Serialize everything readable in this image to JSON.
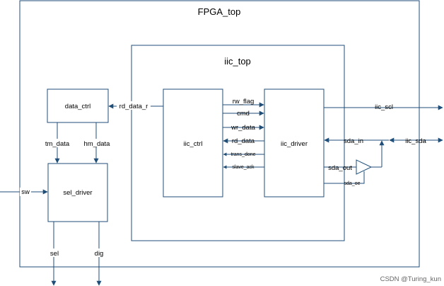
{
  "blocks": {
    "fpga_top": "FPGA_top",
    "iic_top": "iic_top",
    "data_ctrl": "data_ctrl",
    "sel_driver": "sel_driver",
    "iic_ctrl": "iic_ctrl",
    "iic_driver": "iic_driver"
  },
  "signals": {
    "rd_data_r": "rd_data_r",
    "rw_flag": "rw_flag",
    "cmd": "cmd",
    "wr_data": "wr_data",
    "rd_data": "rd_data",
    "trans_done": "trans_done",
    "slave_ack": "slave_ack",
    "iic_scl": "iic_scl",
    "sda_in": "sda_in",
    "iic_sda": "iic_sda",
    "sda_out": "sda_out",
    "sda_oe": "sda_oe",
    "tm_data": "tm_data",
    "hm_data": "hm_data",
    "sw": "sw",
    "sel": "sel",
    "dig": "dig"
  },
  "watermark": "CSDN @Turing_kun",
  "colors": {
    "line": "#1f4e79",
    "text": "#000000"
  }
}
